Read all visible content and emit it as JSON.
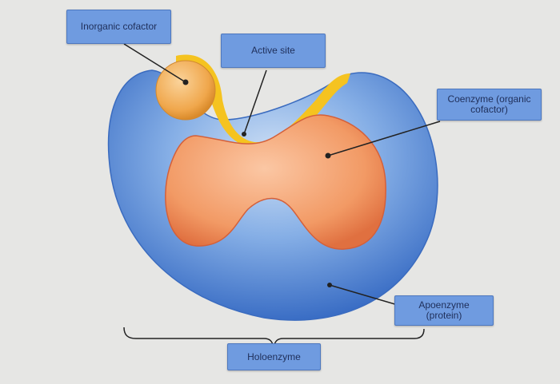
{
  "labels": {
    "inorganic_cofactor": "Inorganic cofactor",
    "active_site": "Active site",
    "coenzyme": "Coenzyme (organic\ncofactor)",
    "apoenzyme": "Apoenzyme\n(protein)",
    "holoenzyme": "Holoenzyme"
  },
  "colors": {
    "background": "#e6e6e4",
    "apoenzyme": "#4f86d3",
    "coenzyme": "#f39a6a",
    "inorganic_cofactor": "#f2b15a",
    "active_site": "#f5c320",
    "label_box": "#6f9be0"
  }
}
